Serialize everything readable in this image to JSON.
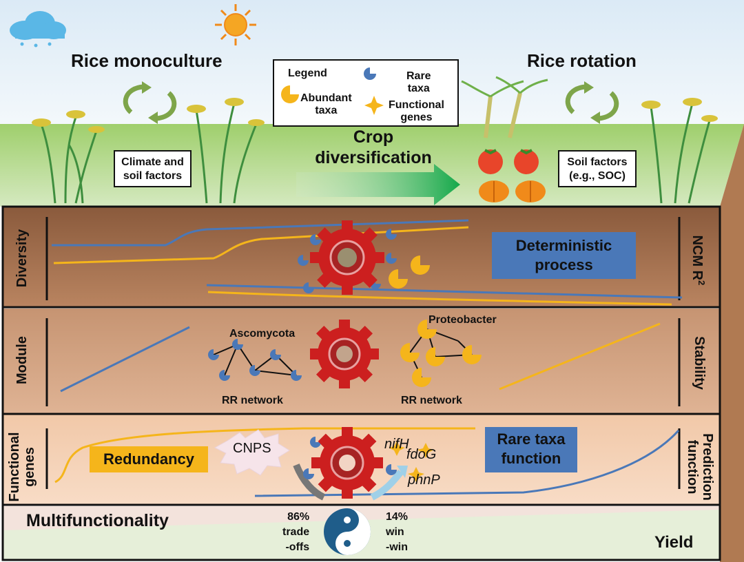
{
  "header": {
    "left_title": "Rice monoculture",
    "right_title": "Rice rotation",
    "arrow_line1": "Crop",
    "arrow_line2": "diversification",
    "left_box_1": "Climate and",
    "left_box_2": "soil factors",
    "right_box_1": "Soil factors",
    "right_box_2": "(e.g., SOC)"
  },
  "legend": {
    "title": "Legend",
    "rare_1": "Rare",
    "rare_2": "taxa",
    "abundant_1": "Abundant",
    "abundant_2": "taxa",
    "genes_1": "Functional",
    "genes_2": "genes"
  },
  "panels": {
    "diversity_label": "Diversity",
    "module_label": "Module",
    "functional_label_1": "Functional",
    "functional_label_2": "genes",
    "ncm_label": "NCM R",
    "ncm_sup": "2",
    "stability_label": "Stability",
    "prediction_label_1": "Prediction",
    "prediction_label_2": "function",
    "deterministic_1": "Deterministic",
    "deterministic_2": "process",
    "ascomycota": "Ascomycota",
    "proteobacter": "Proteobacter",
    "rr_network_left": "RR network",
    "rr_network_right": "RR network",
    "redundancy": "Redundancy",
    "cnps": "CNPS",
    "gene_1": "nifH",
    "gene_2": "fdoG",
    "gene_3": "phnP",
    "rare_function_1": "Rare taxa",
    "rare_function_2": "function"
  },
  "bottom": {
    "multifunctionality": "Multifunctionality",
    "left_pct": "86%",
    "left_line2": "trade",
    "left_line3": "-offs",
    "right_pct": "14%",
    "right_line2": "win",
    "right_line3": "-win",
    "yield": "Yield"
  },
  "colors": {
    "rare_taxa": "#4a78b8",
    "abundant_taxa": "#f5b51b",
    "gear": "#cc1f1f",
    "arrow": "#14a84a"
  },
  "icons": [
    "rain-cloud-icon",
    "sun-icon",
    "cycle-icon",
    "gear-icon",
    "yin-yang-icon",
    "tomato-icon",
    "pumpkin-icon"
  ]
}
